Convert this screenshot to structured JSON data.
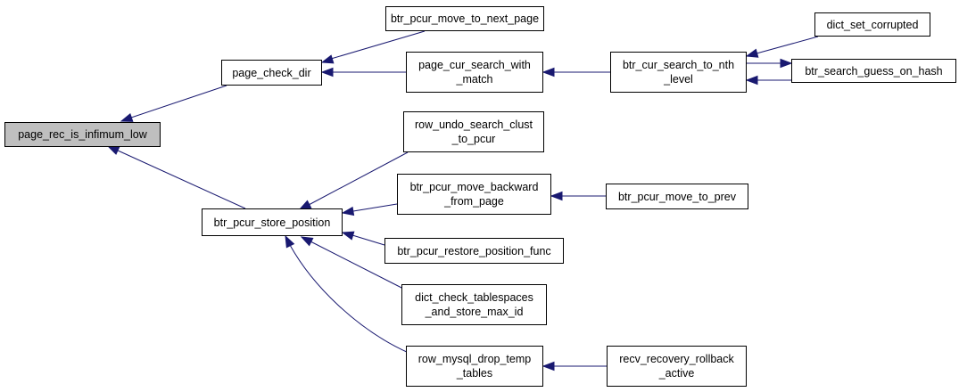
{
  "graph": {
    "nodes": [
      {
        "id": "n_root",
        "label": "page_rec_is_infimum_low",
        "highlight": true
      },
      {
        "id": "n_pcd",
        "label": "page_check_dir"
      },
      {
        "id": "n_bstore",
        "label": "btr_pcur_store_position"
      },
      {
        "id": "n_next",
        "label": "btr_pcur_move_to_next_page"
      },
      {
        "id": "n_pcsm",
        "label": "page_cur_search_with\n_match"
      },
      {
        "id": "n_bcur",
        "label": "btr_cur_search_to_nth\n_level"
      },
      {
        "id": "n_dict",
        "label": "dict_set_corrupted"
      },
      {
        "id": "n_bsg",
        "label": "btr_search_guess_on_hash"
      },
      {
        "id": "n_rusc",
        "label": "row_undo_search_clust\n_to_pcur"
      },
      {
        "id": "n_bmb",
        "label": "btr_pcur_move_backward\n_from_page"
      },
      {
        "id": "n_bprev",
        "label": "btr_pcur_move_to_prev"
      },
      {
        "id": "n_brest",
        "label": "btr_pcur_restore_position_func"
      },
      {
        "id": "n_dct",
        "label": "dict_check_tablespaces\n_and_store_max_id"
      },
      {
        "id": "n_rmdt",
        "label": "row_mysql_drop_temp\n_tables"
      },
      {
        "id": "n_recv",
        "label": "recv_recovery_rollback\n_active"
      }
    ],
    "edges": [
      {
        "from": "n_pcd",
        "to": "n_root"
      },
      {
        "from": "n_bstore",
        "to": "n_root"
      },
      {
        "from": "n_next",
        "to": "n_pcd"
      },
      {
        "from": "n_pcsm",
        "to": "n_pcd"
      },
      {
        "from": "n_bcur",
        "to": "n_pcsm"
      },
      {
        "from": "n_dict",
        "to": "n_bcur"
      },
      {
        "from": "n_bsg",
        "to": "n_bcur"
      },
      {
        "from": "n_bcur",
        "to": "n_bsg"
      },
      {
        "from": "n_rusc",
        "to": "n_bstore"
      },
      {
        "from": "n_bmb",
        "to": "n_bstore"
      },
      {
        "from": "n_bprev",
        "to": "n_bmb"
      },
      {
        "from": "n_brest",
        "to": "n_bstore"
      },
      {
        "from": "n_dct",
        "to": "n_bstore"
      },
      {
        "from": "n_rmdt",
        "to": "n_bstore"
      },
      {
        "from": "n_recv",
        "to": "n_rmdt"
      }
    ],
    "colors": {
      "edge": "#191970",
      "root_fill": "#bfbfbf",
      "node_fill": "#ffffff",
      "border": "#000000"
    }
  }
}
